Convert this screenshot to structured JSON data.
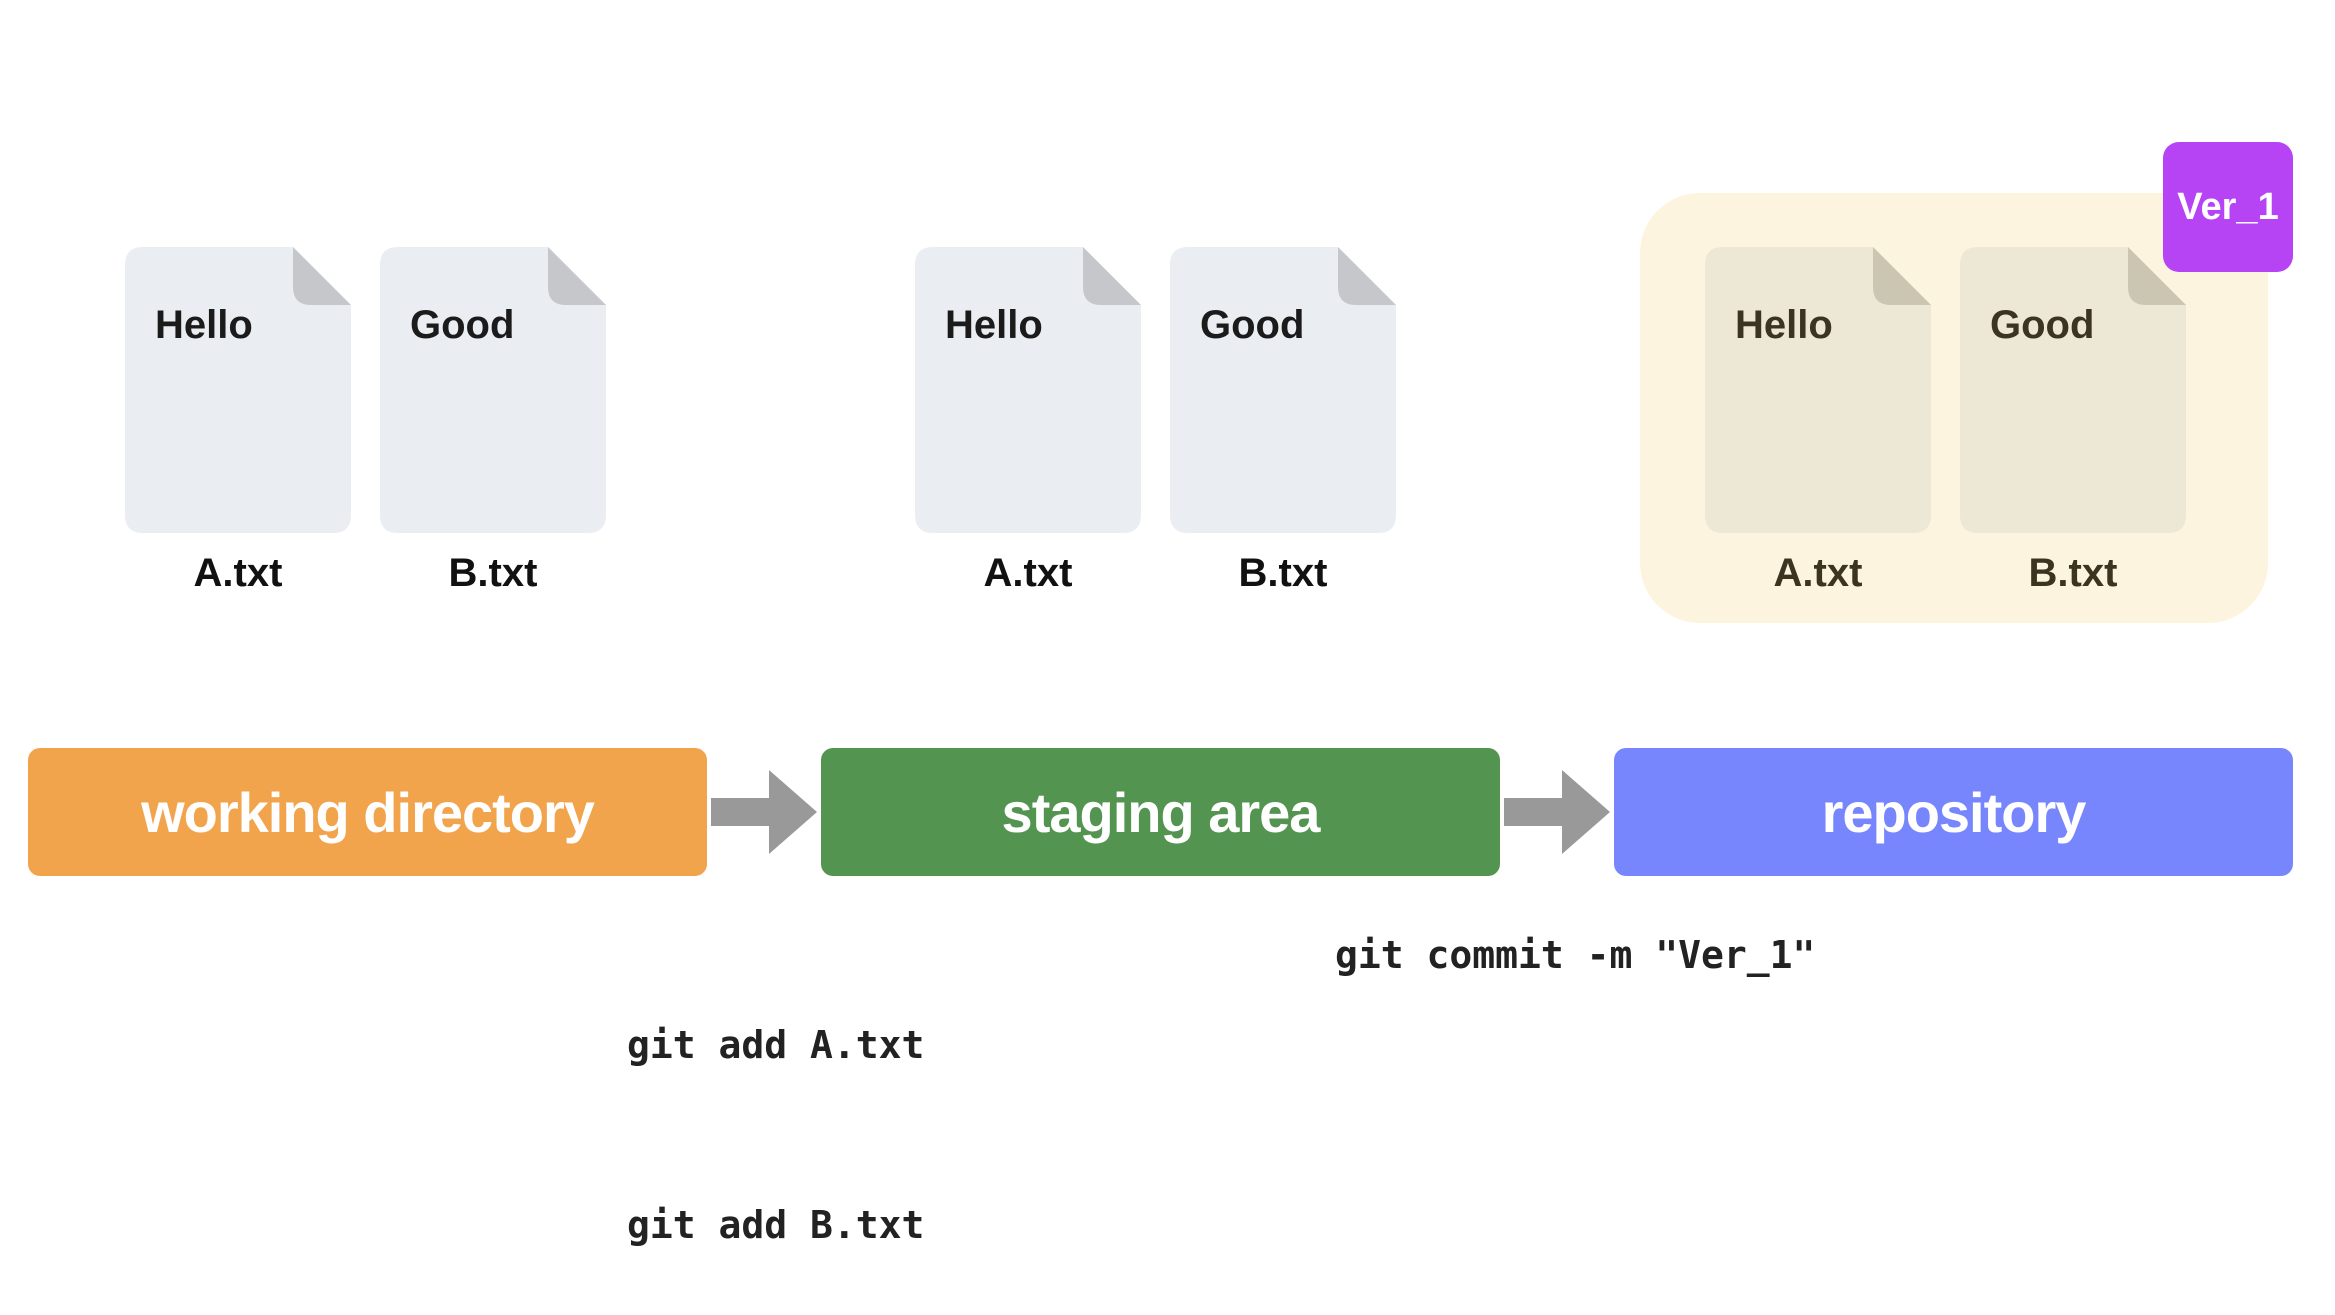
{
  "groups": {
    "working": {
      "files": [
        {
          "content": "Hello",
          "name": "A.txt"
        },
        {
          "content": "Good",
          "name": "B.txt"
        }
      ]
    },
    "staging": {
      "files": [
        {
          "content": "Hello",
          "name": "A.txt"
        },
        {
          "content": "Good",
          "name": "B.txt"
        }
      ]
    },
    "repository": {
      "version_label": "Ver_1",
      "files": [
        {
          "content": "Hello",
          "name": "A.txt"
        },
        {
          "content": "Good",
          "name": "B.txt"
        }
      ]
    }
  },
  "stages": {
    "working_directory": "working directory",
    "staging_area": "staging area",
    "repository": "repository"
  },
  "commands": {
    "add": [
      "git add A.txt",
      "git add B.txt"
    ],
    "commit": "git commit -m \"Ver_1\""
  },
  "colors": {
    "working_directory": "#f2a44d",
    "staging_area": "#549451",
    "repository": "#7886fe",
    "version_badge": "#b644f4",
    "repository_panel": "#fcf4df",
    "arrow": "#999999"
  },
  "icons": {
    "file": "document-icon",
    "flow": "arrow-right-icon"
  }
}
